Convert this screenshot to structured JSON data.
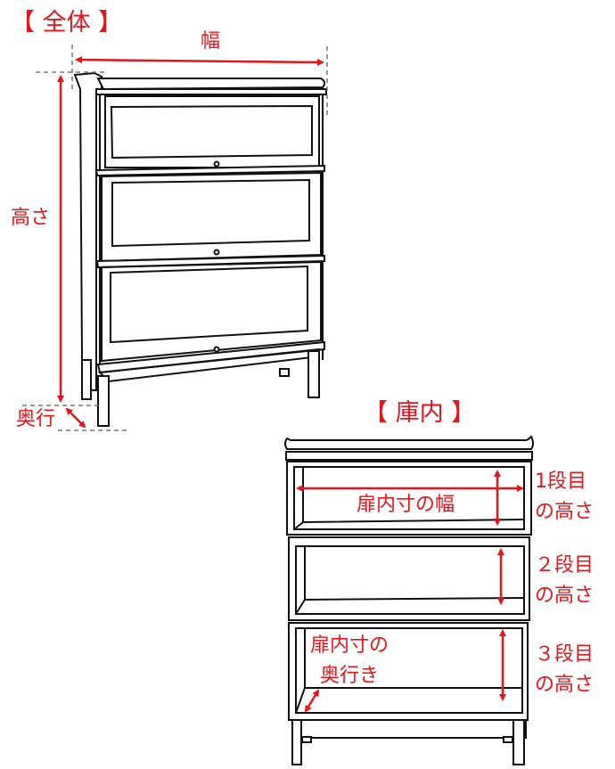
{
  "colors": {
    "accent": "#e4141b",
    "line": "#111111",
    "guide": "#777777",
    "background": "#ffffff"
  },
  "overall": {
    "section_title": "【 全体 】",
    "labels": {
      "width": "幅",
      "height": "高さ",
      "depth": "奥行"
    },
    "shelves": 3
  },
  "interior": {
    "section_title": "【 庫内 】",
    "labels": {
      "door_inner_width": "扉内寸の幅",
      "door_inner_depth_line1": "扉内寸の",
      "door_inner_depth_line2": "奥行き",
      "tier1_line1": "1段目",
      "tier1_line2": "の高さ",
      "tier2_line1": "２段目",
      "tier2_line2": "の高さ",
      "tier3_line1": "３段目",
      "tier3_line2": "の高さ"
    },
    "shelves": 3
  }
}
